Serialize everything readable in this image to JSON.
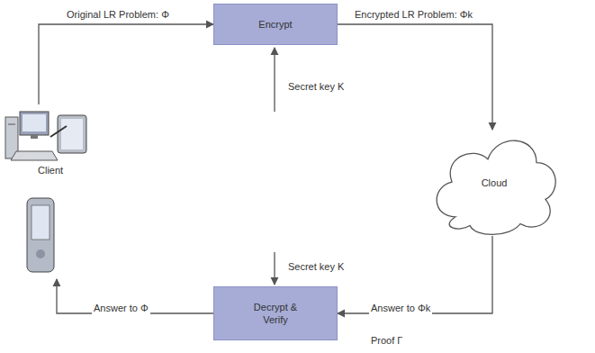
{
  "diagram": {
    "nodes": [
      {
        "text": [
          "Encrypt"
        ]
      },
      {
        "text": [
          "Client"
        ]
      },
      {
        "text": [
          "Cloud"
        ]
      },
      {
        "text": [
          "Decrypt & Verify"
        ]
      }
    ],
    "edges": [
      {
        "from": 1,
        "to": 0,
        "arrow": "to",
        "label": "Original LR Problem: Φ"
      },
      {
        "from": 0,
        "to": 2,
        "arrow": "to",
        "label": "Encrypted LR Problem: Φk"
      },
      {
        "from": 2,
        "to": 3,
        "arrow": "to",
        "label": "Answer to Φk"
      },
      {
        "from": 3,
        "to": 1,
        "arrow": "to",
        "label": "Answer to Φ"
      }
    ],
    "labels": [
      "Secret key K",
      "Secret key K",
      "Proof Γ"
    ]
  }
}
